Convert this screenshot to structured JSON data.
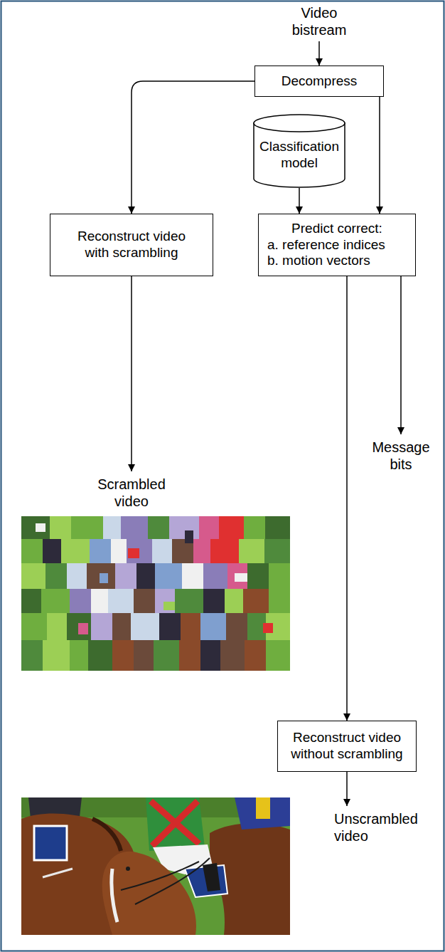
{
  "diagram": {
    "nodes": [
      {
        "text": [
          "Decompress"
        ]
      },
      {
        "text": [
          "Classification model"
        ]
      },
      {
        "text": [
          "Reconstruct video with scrambling"
        ]
      },
      {
        "text": [
          "Predict correct:",
          "a. reference indices",
          "b. motion vectors"
        ]
      },
      {
        "text": [
          "Reconstruct video without scrambling"
        ]
      }
    ],
    "edges": [
      {
        "from": 0,
        "to": 2,
        "arrow": "to"
      },
      {
        "from": 0,
        "to": 3,
        "arrow": "to"
      },
      {
        "from": 1,
        "to": 3,
        "arrow": "to"
      },
      {
        "from": 3,
        "to": 4,
        "arrow": "to"
      }
    ],
    "labels": [
      "Video bistream",
      "Scrambled video",
      "Message bits",
      "Unscrambled video"
    ]
  }
}
